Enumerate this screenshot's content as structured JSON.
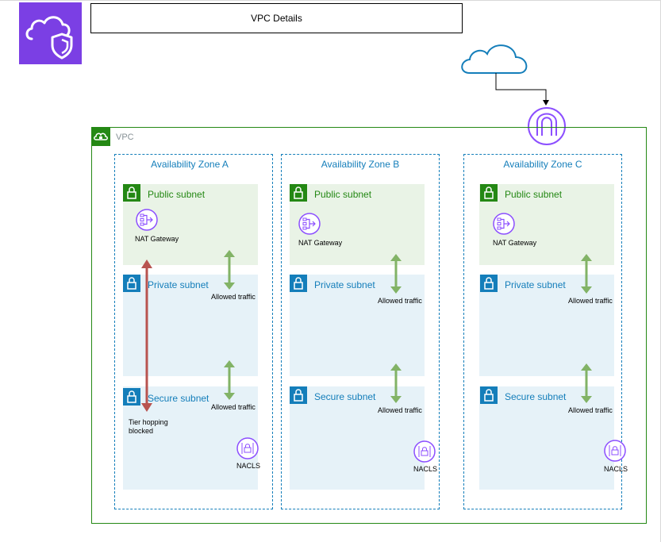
{
  "title": "VPC Details",
  "vpc": {
    "label": "VPC"
  },
  "zones": [
    {
      "label": "Availability Zone A",
      "public_label": "Public subnet",
      "private_label": "Private subnet",
      "secure_label": "Secure subnet",
      "nat_label": "NAT Gateway",
      "traffic_top": "Allowed traffic",
      "traffic_bottom": "Allowed traffic",
      "nacl_label": "NACLS",
      "blocked_label": "Tier hopping\nblocked"
    },
    {
      "label": "Availability Zone B",
      "public_label": "Public subnet",
      "private_label": "Private subnet",
      "secure_label": "Secure subnet",
      "nat_label": "NAT Gateway",
      "traffic_top": "Allowed traffic",
      "traffic_bottom": "Allowed traffic",
      "nacl_label": "NACLS"
    },
    {
      "label": "Availability Zone C",
      "public_label": "Public subnet",
      "private_label": "Private subnet",
      "secure_label": "Secure subnet",
      "nat_label": "NAT Gateway",
      "traffic_top": "Allowed traffic",
      "traffic_bottom": "Allowed traffic",
      "nacl_label": "NACLS"
    }
  ],
  "colors": {
    "logo": "#7b3fe4",
    "vpc_border": "#248814",
    "az_border": "#147eba",
    "public_fill": "#e9f3e6",
    "private_fill": "#e6f2f8",
    "allowed_arrow": "#82b366",
    "blocked_arrow": "#b85450",
    "gateway": "#8c4fff"
  },
  "icons": {
    "logo": "cloud-shield-icon",
    "internet": "cloud-icon",
    "gateway": "internet-gateway-icon",
    "nat": "nat-gateway-icon",
    "nacl": "nacl-icon",
    "lock": "lock-icon"
  }
}
